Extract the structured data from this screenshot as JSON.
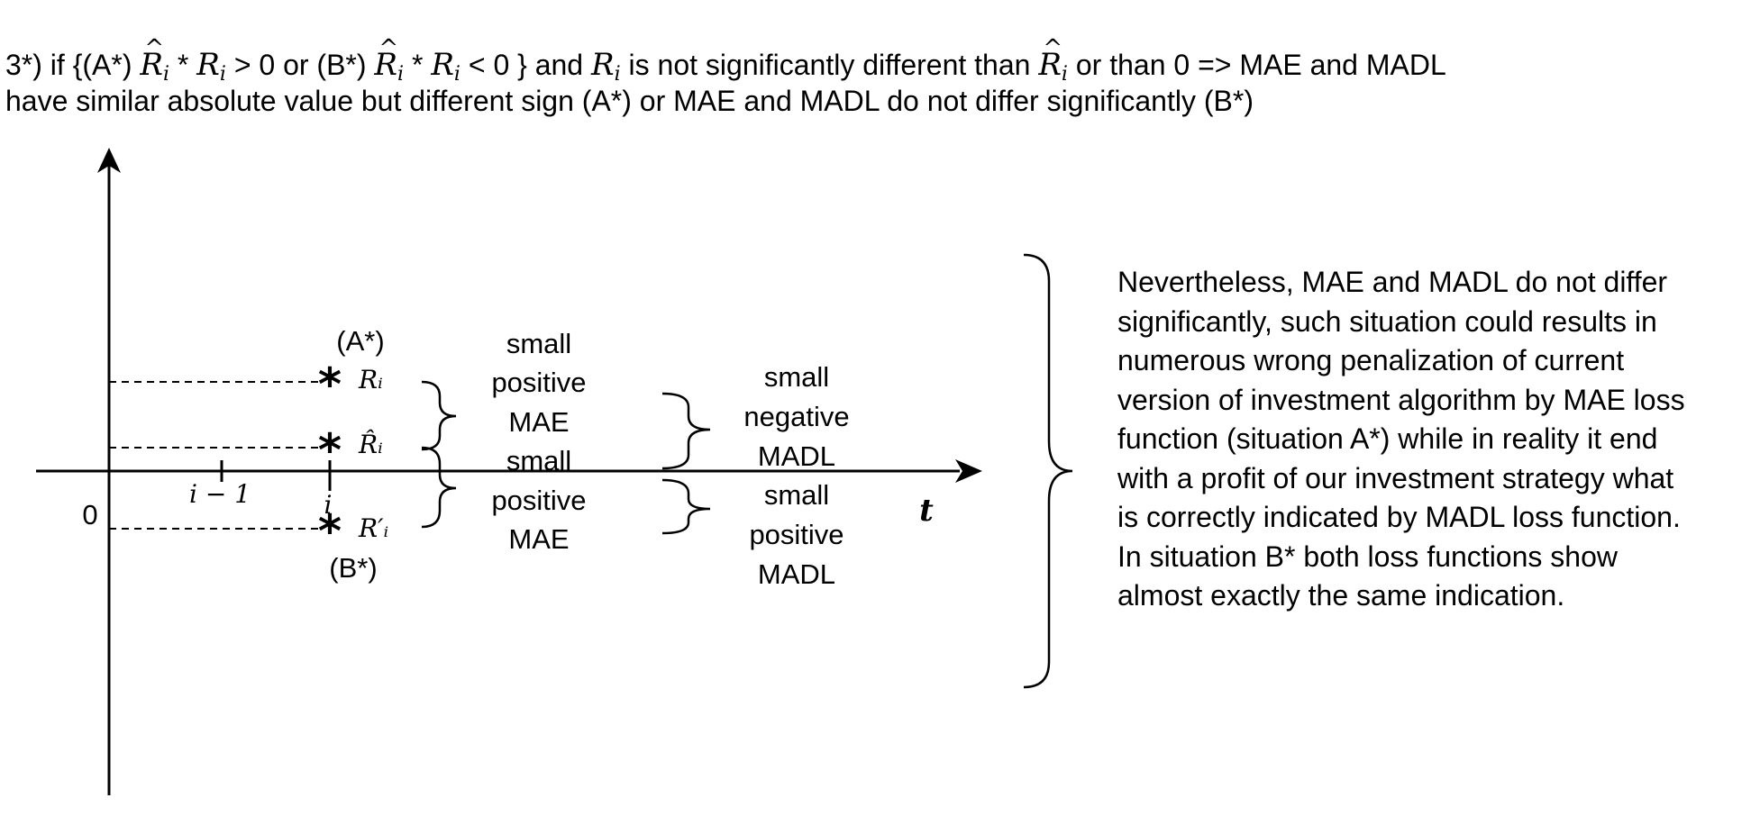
{
  "header": {
    "p1": "3*) if  {(A*) ",
    "r_hat": "R",
    "sub_i": "i",
    "star": " * ",
    "r": "R",
    "p2": " > 0 or (B*) ",
    "p3": " < 0 } and ",
    "p4": " is not significantly different than ",
    "p5": " or than 0 => MAE and MADL",
    "line2": "have similar absolute value but different sign (A*) or MAE and MADL do not differ significantly (B*)"
  },
  "diagram": {
    "origin_label": "0",
    "x_axis_label": "t",
    "tick_prev": "i − 1",
    "tick_i": "i",
    "case_a": "(A*)",
    "case_b": "(B*)",
    "star_glyph": "*",
    "point_r": "Rᵢ",
    "point_r_hat": "R̂ᵢ",
    "point_r_prime": "R′ᵢ",
    "upper_mae": [
      "small",
      "positive",
      "MAE"
    ],
    "lower_mae": [
      "small",
      "positive",
      "MAE"
    ],
    "upper_madl": [
      "small",
      "negative",
      "MADL"
    ],
    "lower_madl": [
      "small",
      "positive",
      "MADL"
    ]
  },
  "note": "Nevertheless, MAE and MADL do not differ significantly, such situation could results in numerous wrong penalization of current version of investment algorithm by MAE loss function (situation A*) while in reality it end with a profit of our investment strategy what is correctly indicated by MADL loss function. In situation B* both loss functions show almost exactly the same indication."
}
